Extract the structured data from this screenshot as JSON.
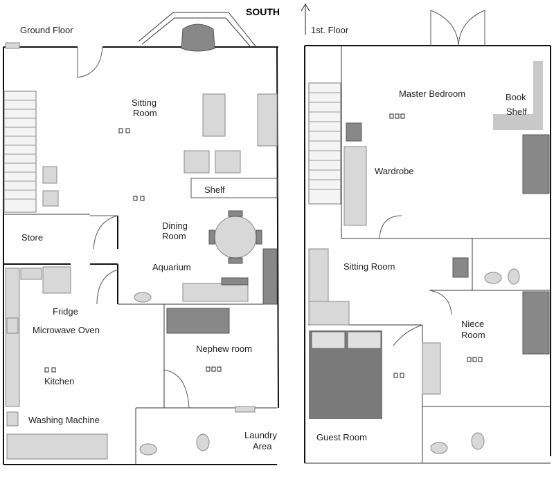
{
  "compass": {
    "label": "SOUTH",
    "icon": "north-arrow-icon"
  },
  "ground_floor": {
    "title": "Ground Floor",
    "rooms": {
      "sitting_room": [
        "Sitting",
        "Room"
      ],
      "shelf": "Shelf",
      "store": "Store",
      "dining_room": [
        "Dining",
        "Room"
      ],
      "aquarium": "Aquarium",
      "fridge": "Fridge",
      "microwave": "Microwave Oven",
      "kitchen": "Kitchen",
      "washing_machine": "Washing Machine",
      "nephew_room": "Nephew room",
      "laundry_area": [
        "Laundry",
        "Area"
      ]
    }
  },
  "first_floor": {
    "title": "1st. Floor",
    "rooms": {
      "master_bedroom": "Master Bedroom",
      "book_shelf": [
        "Book",
        "Shelf"
      ],
      "wardrobe": "Wardrobe",
      "sitting_room": "Sitting Room",
      "niece_room": [
        "Niece",
        "Room"
      ],
      "guest_room": "Guest Room"
    }
  },
  "colors": {
    "wall": "#111111",
    "furniture": "#d8d8d8",
    "bed_cover": "#7a7a7a"
  }
}
